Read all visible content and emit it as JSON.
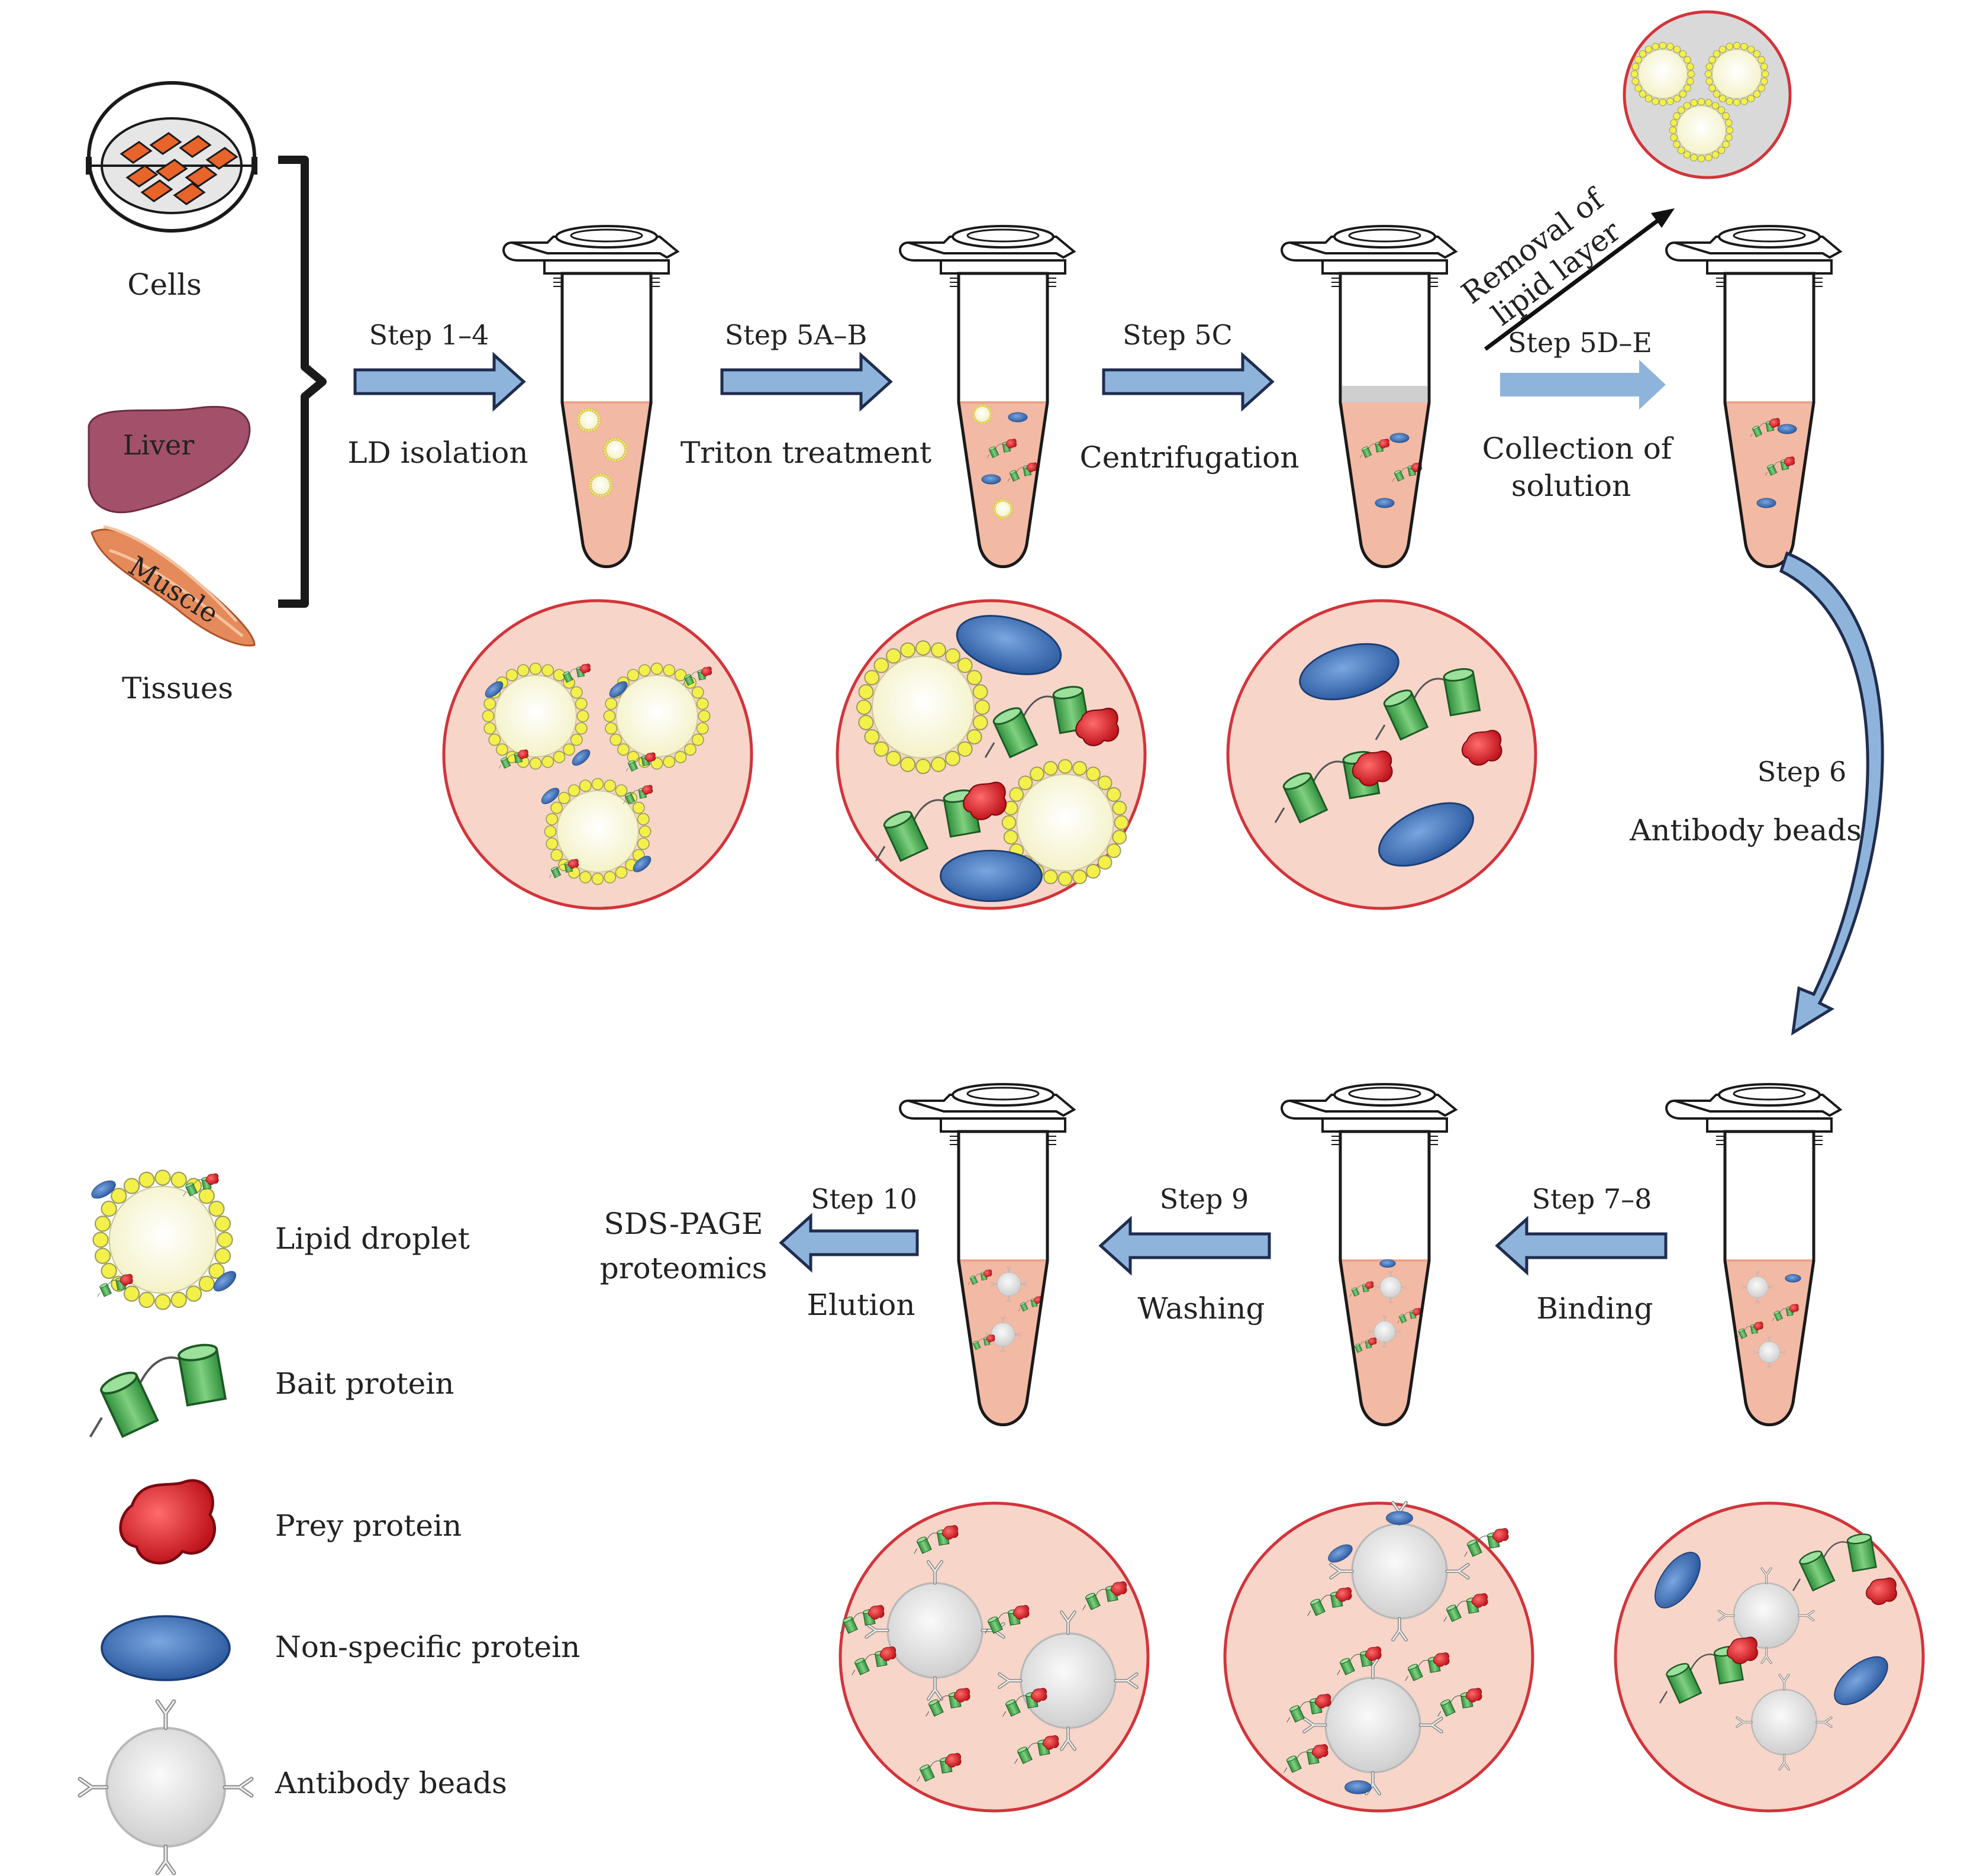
{
  "sources": {
    "cells_label": "Cells",
    "tissues_label": "Tissues",
    "liver_label": "Liver",
    "muscle_label": "Muscle"
  },
  "top_row": [
    {
      "step": "Step 1–4",
      "label": "LD isolation"
    },
    {
      "step": "Step 5A–B",
      "label": "Triton treatment"
    },
    {
      "step": "Step 5C",
      "label": "Centrifugation"
    },
    {
      "step": "Step 5D–E",
      "label_line1": "Collection of",
      "label_line2": "solution"
    }
  ],
  "removal": {
    "line1": "Removal of",
    "line2": "lipid layer"
  },
  "step6": {
    "step": "Step 6",
    "label": "Antibody beads"
  },
  "bottom_row": [
    {
      "step": "Step 7–8",
      "label": "Binding"
    },
    {
      "step": "Step 9",
      "label": "Washing"
    },
    {
      "step": "Step 10",
      "label": "Elution"
    }
  ],
  "output": {
    "line1": "SDS-PAGE",
    "line2": "proteomics"
  },
  "legend": [
    {
      "icon": "lipid-droplet-icon",
      "label": "Lipid droplet"
    },
    {
      "icon": "bait-protein-icon",
      "label": "Bait protein"
    },
    {
      "icon": "prey-protein-icon",
      "label": "Prey protein"
    },
    {
      "icon": "non-specific-protein-icon",
      "label": "Non-specific protein"
    },
    {
      "icon": "antibody-bead-icon",
      "label": "Antibody beads"
    }
  ],
  "colors": {
    "arrow_fill": "#8fb4dc",
    "arrow_stroke": "#1f2d4f",
    "liquid": "#f2b9a4",
    "circle_fill": "#f7d5c8",
    "circle_stroke": "#d2343b",
    "lipid_yellow": "#f4f04a",
    "bait_green": "#3aa94a",
    "prey_red": "#e0242c",
    "nonspecific_blue": "#3b6fb6",
    "bead_grey": "#e6e6e6"
  }
}
